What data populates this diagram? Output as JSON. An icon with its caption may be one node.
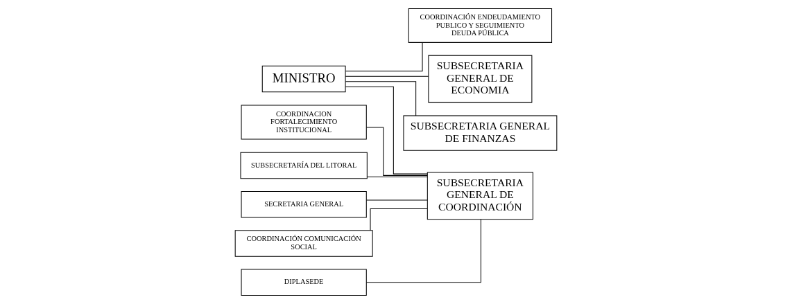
{
  "diagram": {
    "nodes": [
      {
        "text": [
          "MINISTRO"
        ]
      },
      {
        "text": [
          "COORDINACIÓN ENDEUDAMIENTO PUBLICO Y SEGUIMIENTO DEUDA PÚBLICA"
        ]
      },
      {
        "text": [
          "SUBSECRETARIA GENERAL DE COORDINACIÓN"
        ]
      },
      {
        "text": [
          "COORDINACION FORTALECIMIENTO INSTITUCIONAL"
        ]
      },
      {
        "text": [
          "SUBSECRETARÍA DEL LITORAL"
        ]
      },
      {
        "text": [
          "SECRETARIA GENERAL"
        ]
      },
      {
        "text": [
          "COORDINACIÓN COMUNICACIÓN SOCIAL"
        ]
      },
      {
        "text": [
          "DIPLASEDE"
        ]
      },
      {
        "text": [
          "SUBSECRETARIA GENERAL DE ECONOMIA"
        ]
      },
      {
        "text": [
          "SUBSECRETARIA GENERAL DE FINANZAS"
        ]
      }
    ],
    "edges": [
      {
        "from": 0,
        "to": 1,
        "arrow": "none"
      },
      {
        "from": 0,
        "to": 2,
        "arrow": "none"
      },
      {
        "from": 0,
        "to": 8,
        "arrow": "none"
      },
      {
        "from": 0,
        "to": 9,
        "arrow": "none"
      },
      {
        "from": 2,
        "to": 3,
        "arrow": "none"
      },
      {
        "from": 2,
        "to": 4,
        "arrow": "none"
      },
      {
        "from": 2,
        "to": 5,
        "arrow": "none"
      },
      {
        "from": 2,
        "to": 6,
        "arrow": "none"
      },
      {
        "from": 2,
        "to": 7,
        "arrow": "none"
      }
    ]
  }
}
